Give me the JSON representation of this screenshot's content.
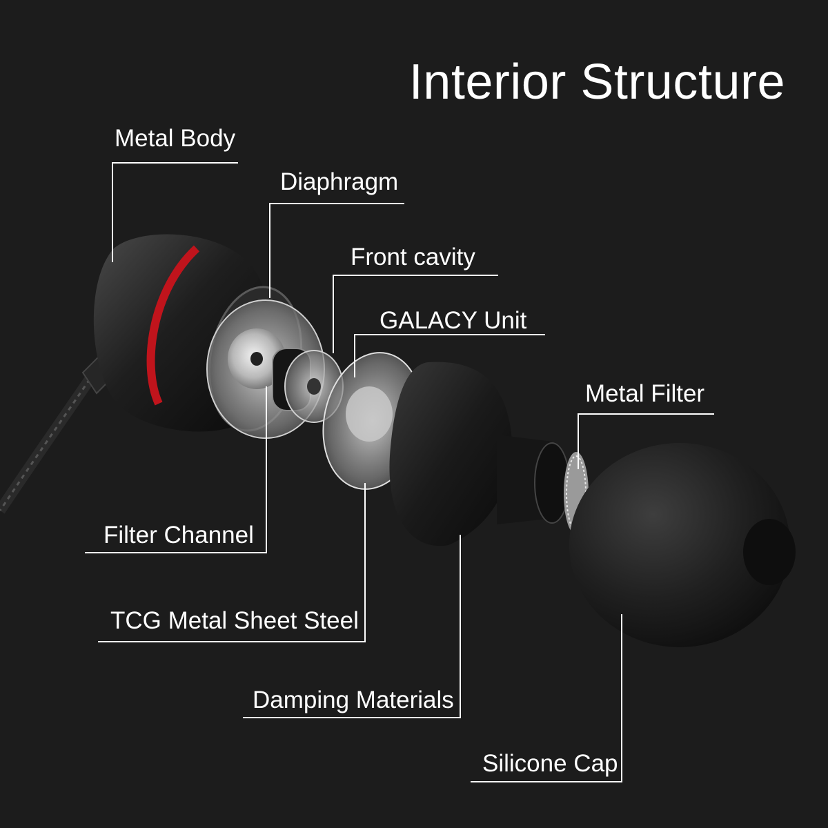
{
  "title": "Interior Structure",
  "labels": {
    "metal_body": "Metal Body",
    "diaphragm": "Diaphragm",
    "front_cavity": "Front cavity",
    "galacy_unit": "GALACY Unit",
    "metal_filter": "Metal Filter",
    "filter_channel": "Filter Channel",
    "tcg_metal_sheet_steel": "TCG Metal Sheet Steel",
    "damping_materials": "Damping Materials",
    "silicone_cap": "Silicone Cap"
  },
  "colors": {
    "background": "#1c1c1c",
    "leader_lines": "#ffffff",
    "accent_ring": "#c0141c",
    "text": "#ffffff"
  }
}
